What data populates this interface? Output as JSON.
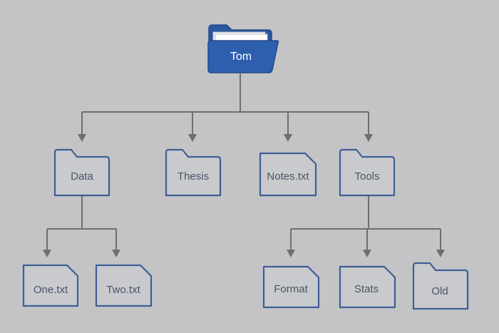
{
  "diagram": {
    "root": {
      "label": "Tom",
      "kind": "folder-open"
    },
    "level1": [
      {
        "label": "Data",
        "kind": "folder"
      },
      {
        "label": "Thesis",
        "kind": "folder"
      },
      {
        "label": "Notes.txt",
        "kind": "file"
      },
      {
        "label": "Tools",
        "kind": "folder"
      }
    ],
    "level2": [
      {
        "label": "One.txt",
        "kind": "file",
        "parent": "Data"
      },
      {
        "label": "Two.txt",
        "kind": "file",
        "parent": "Data"
      },
      {
        "label": "Format",
        "kind": "file",
        "parent": "Tools"
      },
      {
        "label": "Stats",
        "kind": "file",
        "parent": "Tools"
      },
      {
        "label": "Old",
        "kind": "folder",
        "parent": "Tools"
      }
    ]
  },
  "colors": {
    "background": "#c4c4c7",
    "node_stroke": "#3e5e95",
    "root_fill": "#2d5fae",
    "connector": "#6e6e70"
  }
}
